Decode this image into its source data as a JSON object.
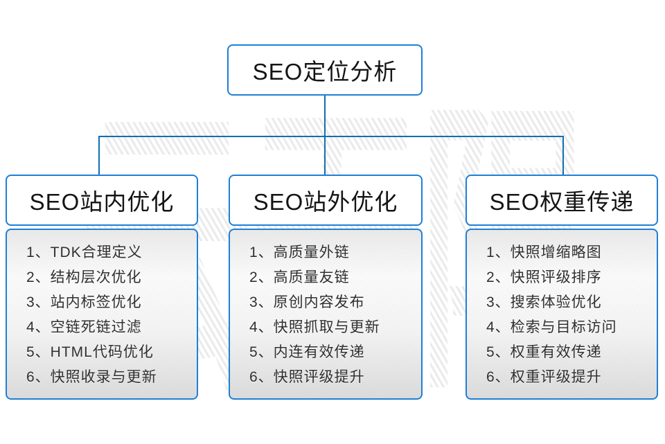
{
  "page": {
    "background": "#ffffff",
    "watermark_text": "云无限"
  },
  "colors": {
    "box_border": "#1e7fd7",
    "connector": "#0f6fb3",
    "header_text": "#141414",
    "item_text": "#2f2f2f"
  },
  "diagram": {
    "root_label": "SEO定位分析",
    "branches": [
      {
        "title": "SEO站内优化",
        "items": [
          "1、TDK合理定义",
          "2、结构层次优化",
          "3、站内标签优化",
          "4、空链死链过滤",
          "5、HTML代码优化",
          "6、快照收录与更新"
        ]
      },
      {
        "title": "SEO站外优化",
        "items": [
          "1、高质量外链",
          "2、高质量友链",
          "3、原创内容发布",
          "4、快照抓取与更新",
          "5、内连有效传递",
          "6、快照评级提升"
        ]
      },
      {
        "title": "SEO权重传递",
        "items": [
          "1、快照增缩略图",
          "2、快照评级排序",
          "3、搜索体验优化",
          "4、检索与目标访问",
          "5、权重有效传递",
          "6、权重评级提升"
        ]
      }
    ]
  }
}
